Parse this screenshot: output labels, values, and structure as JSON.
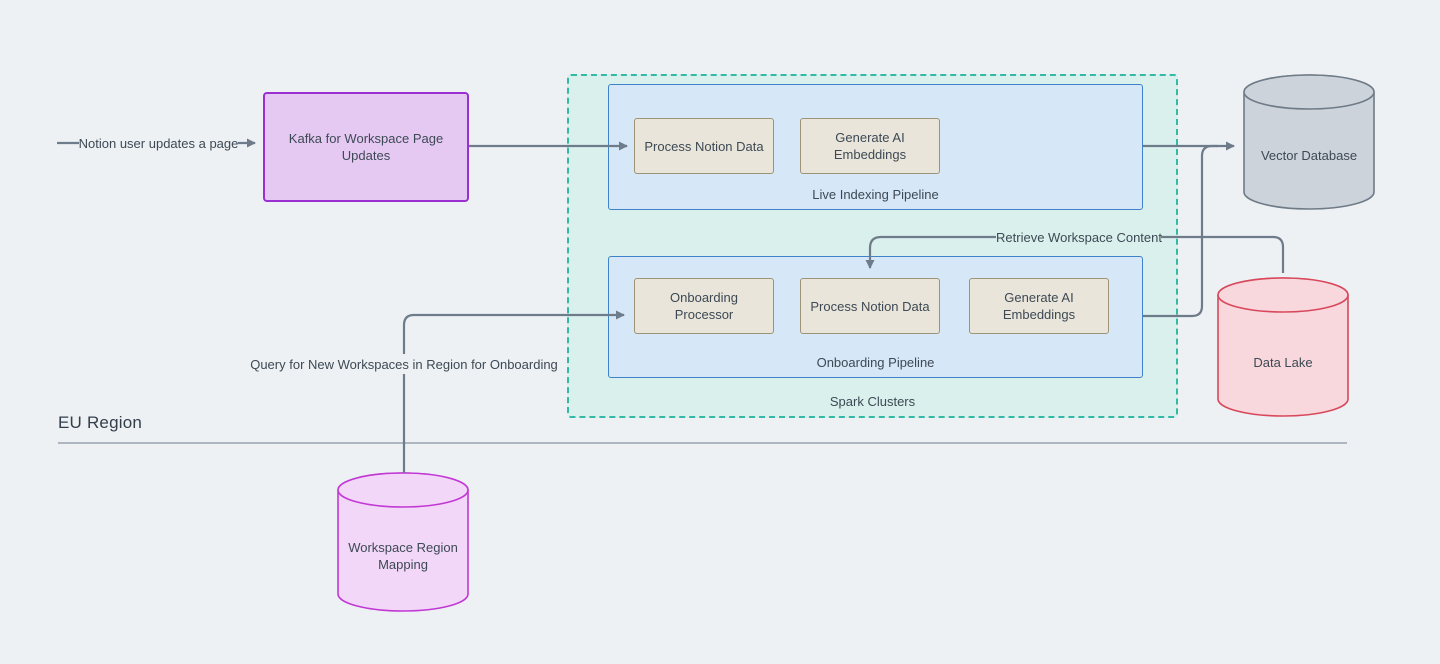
{
  "colors": {
    "page_bg": "#edf1f4",
    "line": "#6e7b8a",
    "text": "#3d4954",
    "divider": "#99a3ad",
    "kafka_fill": "#e6c9f3",
    "kafka_border": "#9a2fd2",
    "spark_fill": "#d9f0ec",
    "spark_border": "#35b9a7",
    "pipeline_fill": "#d6e7f7",
    "pipeline_border": "#3e83c9",
    "task_fill": "#e9e5da",
    "task_border": "#9d9377",
    "vector_fill": "#cdd3da",
    "vector_border": "#6f7b87",
    "datalake_fill": "#f8d8dc",
    "datalake_border": "#d8485c",
    "mapping_fill": "#f2d7f8",
    "mapping_border": "#c238d4"
  },
  "diagram": {
    "region_label": "EU Region",
    "nodes": {
      "kafka": {
        "label": "Kafka for Workspace Page Updates"
      },
      "spark_cluster": {
        "label": "Spark Clusters"
      },
      "live_pipeline": {
        "label": "Live Indexing Pipeline"
      },
      "live_tasks": [
        {
          "label": "Process Notion Data"
        },
        {
          "label": "Generate AI Embeddings"
        }
      ],
      "onboarding_pipeline": {
        "label": "Onboarding Pipeline"
      },
      "onboarding_tasks": [
        {
          "label": "Onboarding Processor"
        },
        {
          "label": "Process Notion Data"
        },
        {
          "label": "Generate AI Embeddings"
        }
      ],
      "vector_db": {
        "label": "Vector Database"
      },
      "data_lake": {
        "label": "Data Lake"
      },
      "workspace_mapping": {
        "label": "Workspace Region Mapping"
      }
    },
    "edge_labels": {
      "notion_update": "Notion user updates a page",
      "retrieve": "Retrieve Workspace Content",
      "query": "Query for New Workspaces in Region for Onboarding"
    }
  }
}
